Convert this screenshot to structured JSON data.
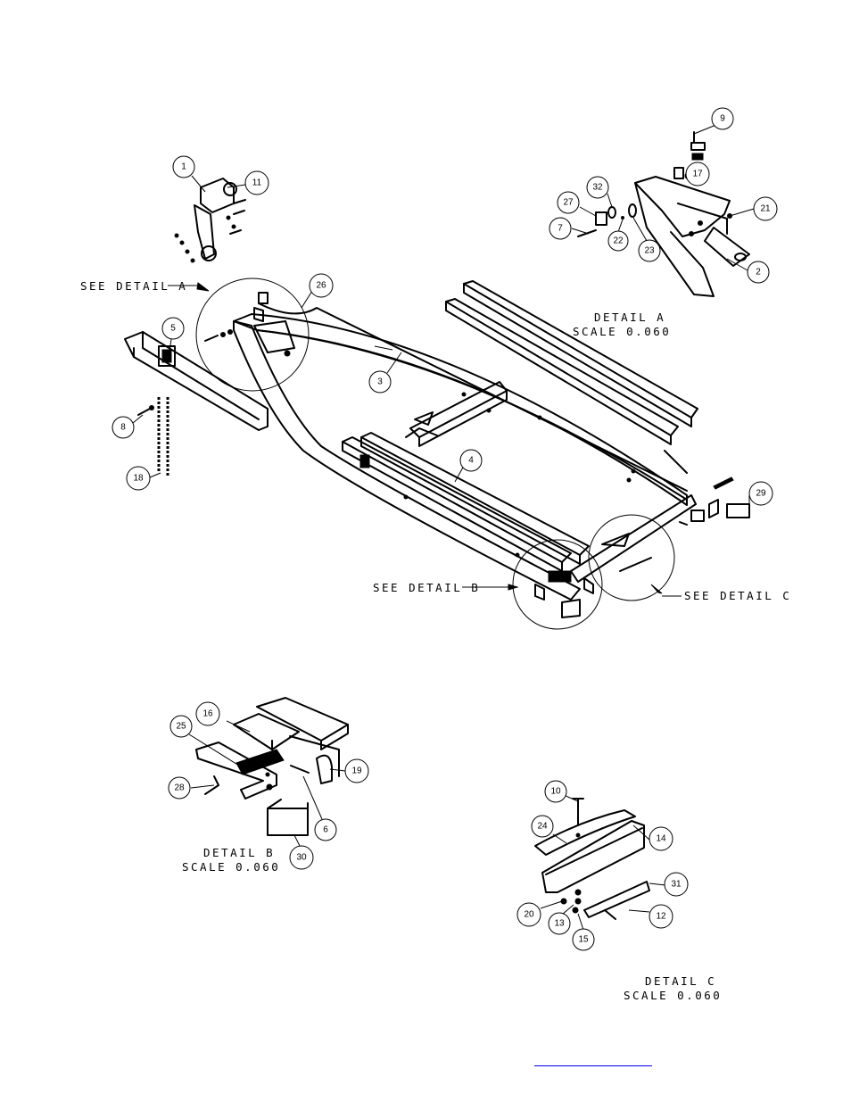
{
  "callouts": [
    {
      "id": "1",
      "text": "1"
    },
    {
      "id": "2",
      "text": "2"
    },
    {
      "id": "3",
      "text": "3"
    },
    {
      "id": "4",
      "text": "4"
    },
    {
      "id": "5",
      "text": "5"
    },
    {
      "id": "6",
      "text": "6"
    },
    {
      "id": "7",
      "text": "7"
    },
    {
      "id": "8",
      "text": "8"
    },
    {
      "id": "9",
      "text": "9"
    },
    {
      "id": "10",
      "text": "10"
    },
    {
      "id": "11",
      "text": "11"
    },
    {
      "id": "12",
      "text": "12"
    },
    {
      "id": "13",
      "text": "13"
    },
    {
      "id": "14",
      "text": "14"
    },
    {
      "id": "15",
      "text": "15"
    },
    {
      "id": "16",
      "text": "16"
    },
    {
      "id": "17",
      "text": "17"
    },
    {
      "id": "18",
      "text": "18"
    },
    {
      "id": "19",
      "text": "19"
    },
    {
      "id": "20",
      "text": "20"
    },
    {
      "id": "21",
      "text": "21"
    },
    {
      "id": "22",
      "text": "22"
    },
    {
      "id": "23",
      "text": "23"
    },
    {
      "id": "24",
      "text": "24"
    },
    {
      "id": "25",
      "text": "25"
    },
    {
      "id": "26",
      "text": "26"
    },
    {
      "id": "27",
      "text": "27"
    },
    {
      "id": "28",
      "text": "28"
    },
    {
      "id": "29",
      "text": "29"
    },
    {
      "id": "30",
      "text": "30"
    },
    {
      "id": "31",
      "text": "31"
    },
    {
      "id": "32",
      "text": "32"
    }
  ],
  "labels": {
    "see_detail_a": "SEE DETAIL  A",
    "see_detail_b": "SEE DETAIL  B",
    "see_detail_c": "SEE DETAIL  C",
    "detail_a_title": "DETAIL  A",
    "detail_a_scale": "SCALE  0.060",
    "detail_b_title": "DETAIL  B",
    "detail_b_scale": "SCALE  0.060",
    "detail_c_title": "DETAIL  C",
    "detail_c_scale": "SCALE  0.060"
  },
  "footer": {
    "link_text": ""
  }
}
